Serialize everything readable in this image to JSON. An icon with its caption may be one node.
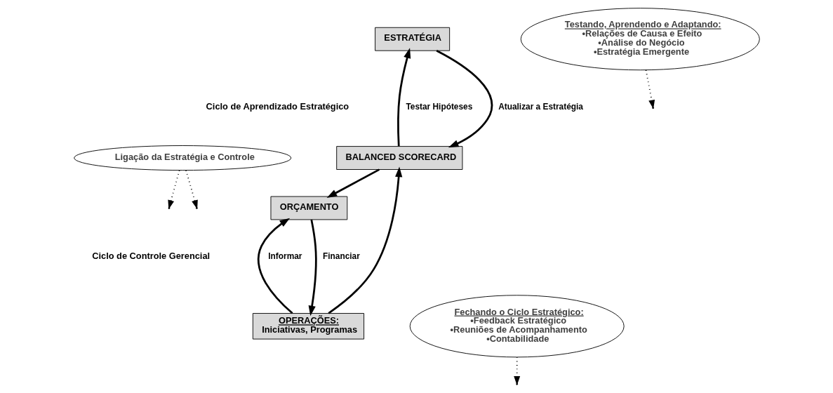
{
  "diagram": {
    "nodes": [
      {
        "text": [
          "ESTRATÉGIA"
        ]
      },
      {
        "text": [
          "BALANCED SCORECARD"
        ]
      },
      {
        "text": [
          "ORÇAMENTO"
        ]
      },
      {
        "text": [
          "OPERAÇÕES:",
          "Iniciativas, Programas"
        ]
      },
      {
        "text": [
          "Ligação da Estratégia e Controle"
        ]
      },
      {
        "text": [
          "Testando, Aprendendo e Adaptando:",
          "•Relações de Causa e Efeito",
          "•Análise do Negócio",
          "•Estratégia Emergente"
        ]
      },
      {
        "text": [
          "Fechando o Ciclo Estratégico:",
          "•Feedback Estratégico",
          "•Reuniões de Acompanhamento",
          "•Contabilidade"
        ]
      }
    ],
    "edges": [
      {
        "from": 0,
        "to": 1,
        "arrow": "to",
        "label": "Atualizar a Estratégia"
      },
      {
        "from": 1,
        "to": 0,
        "arrow": "to",
        "label": "Testar Hipóteses"
      },
      {
        "from": 1,
        "to": 2,
        "arrow": "to"
      },
      {
        "from": 2,
        "to": 3,
        "arrow": "to",
        "label": "Financiar"
      },
      {
        "from": 3,
        "to": 2,
        "arrow": "to",
        "label": "Informar"
      },
      {
        "from": 3,
        "to": 1,
        "arrow": "to"
      },
      {
        "from": 4,
        "to": null,
        "arrow": "to",
        "style": "dashed"
      },
      {
        "from": 4,
        "to": null,
        "arrow": "to",
        "style": "dashed"
      },
      {
        "from": 5,
        "to": null,
        "arrow": "to",
        "style": "dashed"
      },
      {
        "from": 6,
        "to": null,
        "arrow": "to",
        "style": "dashed"
      }
    ],
    "labels": [
      "Ciclo de Aprendizado Estratégico",
      "Ciclo de Controle Gerencial"
    ]
  }
}
